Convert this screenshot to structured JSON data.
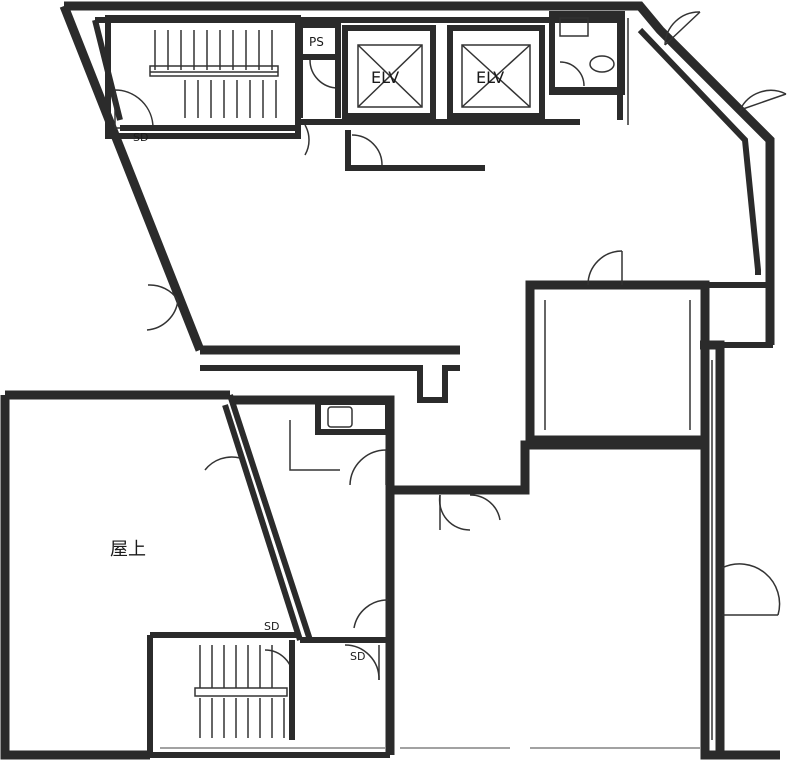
{
  "labels": {
    "ps": "PS",
    "elv_1": "ELV",
    "elv_2": "ELV",
    "sd_upper": "SD",
    "sd_lower_1": "SD",
    "sd_lower_2": "SD",
    "rooftop": "屋上"
  },
  "colors": {
    "wall": "#2b2b2b",
    "background": "#ffffff"
  }
}
